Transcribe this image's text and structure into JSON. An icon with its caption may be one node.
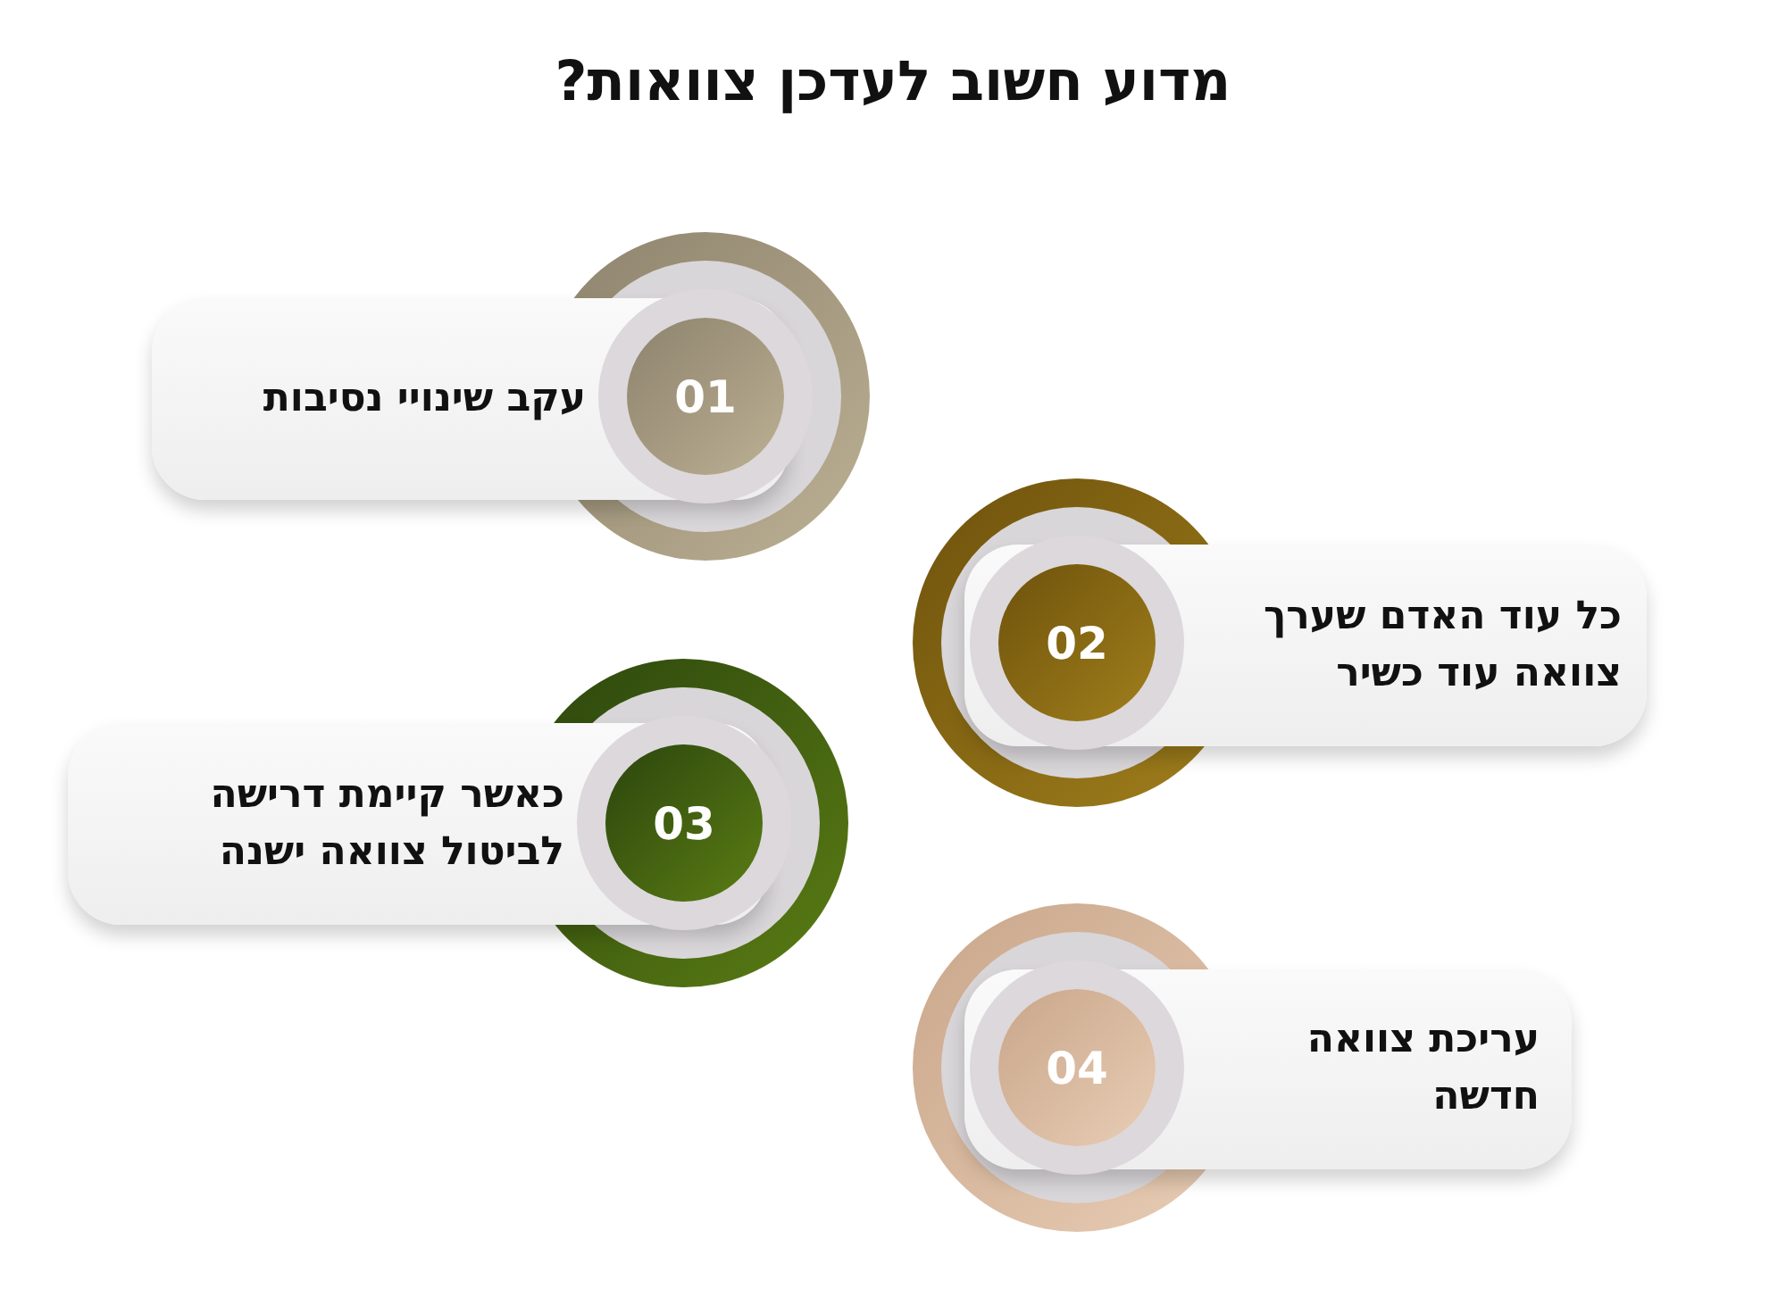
{
  "diagram": {
    "title": "מדוע חשוב לעדכן צוואות?",
    "nodes": [
      {
        "text": [
          "01"
        ],
        "in": 1
      },
      {
        "text": [
          "עקב שינויי נסיבות"
        ]
      },
      {
        "text": [
          "כל עוד האדם שערך צוואה עוד כשיר"
        ]
      },
      {
        "text": [
          "02"
        ],
        "in": 2
      },
      {
        "text": [
          "03"
        ],
        "in": 5
      },
      {
        "text": [
          "כאשר קיימת דרישה לביטול צוואה ישנה"
        ]
      },
      {
        "text": [
          "עריכת צוואה חדשה"
        ]
      },
      {
        "text": [
          "04"
        ],
        "in": 6
      }
    ]
  }
}
